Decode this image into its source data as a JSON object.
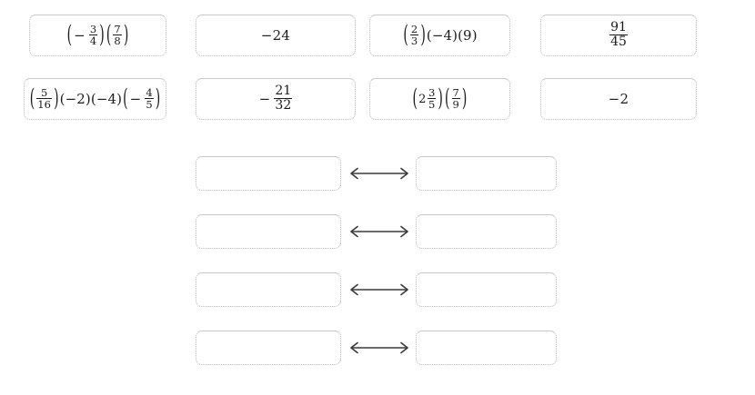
{
  "exercise": {
    "type": "drag-and-drop-matching",
    "source_tiles": [
      {
        "id": "tile-expr-1",
        "kind": "expression",
        "text": "(-3/4)(7/8)",
        "parts": [
          {
            "type": "paren-open"
          },
          {
            "type": "minus",
            "text": "−"
          },
          {
            "type": "fraction",
            "num": "3",
            "den": "4"
          },
          {
            "type": "paren-close"
          },
          {
            "type": "paren-open"
          },
          {
            "type": "fraction",
            "num": "7",
            "den": "8"
          },
          {
            "type": "paren-close"
          }
        ]
      },
      {
        "id": "tile-value-1",
        "kind": "value",
        "text": "−24"
      },
      {
        "id": "tile-expr-2",
        "kind": "expression",
        "text": "(2/3)(-4)(9)",
        "parts": [
          {
            "type": "paren-open"
          },
          {
            "type": "fraction",
            "num": "2",
            "den": "3"
          },
          {
            "type": "paren-close"
          },
          {
            "type": "plain",
            "text": "(−4)(9)"
          }
        ]
      },
      {
        "id": "tile-value-2",
        "kind": "value",
        "text": "91/45",
        "num": "91",
        "den": "45"
      },
      {
        "id": "tile-expr-3",
        "kind": "expression",
        "text": "(5/16)(-2)(-4)(-4/5)",
        "parts": [
          {
            "type": "paren-open"
          },
          {
            "type": "fraction",
            "num": "5",
            "den": "16"
          },
          {
            "type": "paren-close"
          },
          {
            "type": "plain",
            "text": "(−2)(−4)"
          },
          {
            "type": "paren-open"
          },
          {
            "type": "minus",
            "text": "−"
          },
          {
            "type": "fraction",
            "num": "4",
            "den": "5"
          },
          {
            "type": "paren-close"
          }
        ]
      },
      {
        "id": "tile-value-3",
        "kind": "value",
        "text": "− 21/32",
        "sign": "−",
        "num": "21",
        "den": "32"
      },
      {
        "id": "tile-expr-4",
        "kind": "expression",
        "text": "(2 3/5)(7/9)",
        "parts": [
          {
            "type": "paren-open"
          },
          {
            "type": "whole",
            "text": "2"
          },
          {
            "type": "fraction",
            "num": "3",
            "den": "5"
          },
          {
            "type": "paren-close"
          },
          {
            "type": "paren-open"
          },
          {
            "type": "fraction",
            "num": "7",
            "den": "9"
          },
          {
            "type": "paren-close"
          }
        ]
      },
      {
        "id": "tile-value-4",
        "kind": "value",
        "text": "−2"
      }
    ],
    "match_rows": [
      {
        "left": "",
        "right": "",
        "connector": "⟷"
      },
      {
        "left": "",
        "right": "",
        "connector": "⟷"
      },
      {
        "left": "",
        "right": "",
        "connector": "⟷"
      },
      {
        "left": "",
        "right": "",
        "connector": "⟷"
      }
    ],
    "colors": {
      "background": "#ffffff",
      "tile_border": "#b9b9b9",
      "tile_border_top": "#c9c9c9",
      "text": "#1b1b1b",
      "arrow": "#3a3a3a"
    }
  }
}
